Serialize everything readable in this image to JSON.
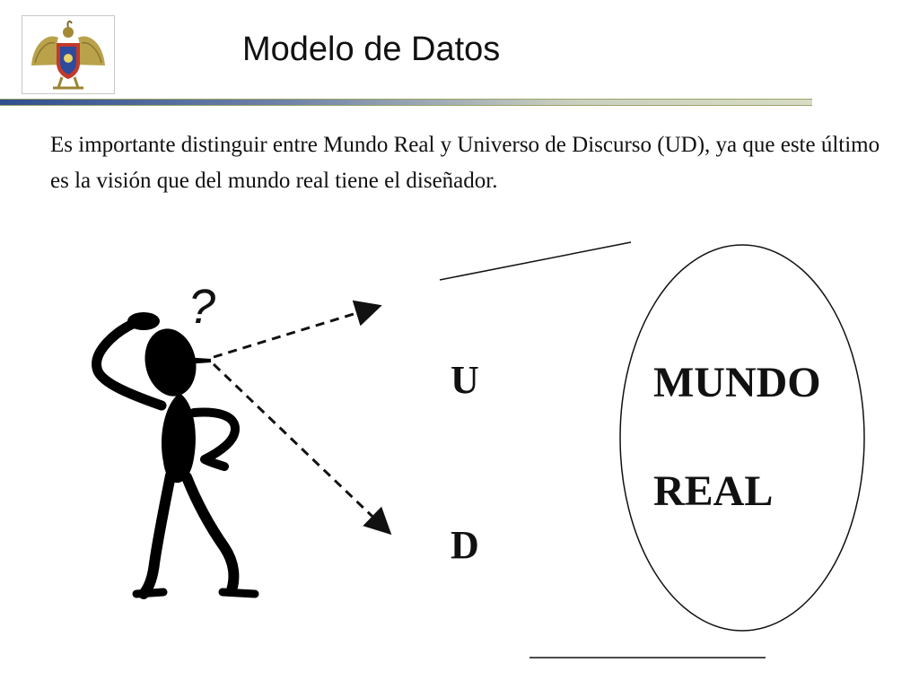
{
  "slide": {
    "title": "Modelo de Datos",
    "body": "Es importante distinguir entre Mundo Real y Universo de Discurso (UD), ya que este último es la visión que del mundo real tiene el diseñador."
  },
  "diagram": {
    "question_mark": "?",
    "ud_letter_top": "U",
    "ud_letter_bottom": "D",
    "world_line1": "MUNDO",
    "world_line2": "REAL"
  },
  "colors": {
    "title_bar_dark": "#2f4f8f",
    "title_bar_light": "#d7dcc4",
    "title_bar_olive": "#9aa36a"
  },
  "icons": {
    "logo": "university-crest-icon",
    "figure": "confused-stick-figure-icon"
  }
}
